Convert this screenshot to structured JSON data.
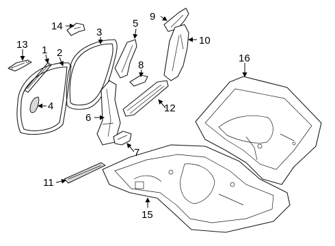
{
  "callouts": {
    "c1": "1",
    "c2": "2",
    "c3": "3",
    "c4": "4",
    "c5": "5",
    "c6": "6",
    "c7": "7",
    "c8": "8",
    "c9": "9",
    "c10": "10",
    "c11": "11",
    "c12": "12",
    "c13": "13",
    "c14": "14",
    "c15": "15",
    "c16": "16"
  },
  "colors": {
    "line": "#1a1a1a",
    "shade": "#d9d9d9",
    "background": "#ffffff"
  }
}
